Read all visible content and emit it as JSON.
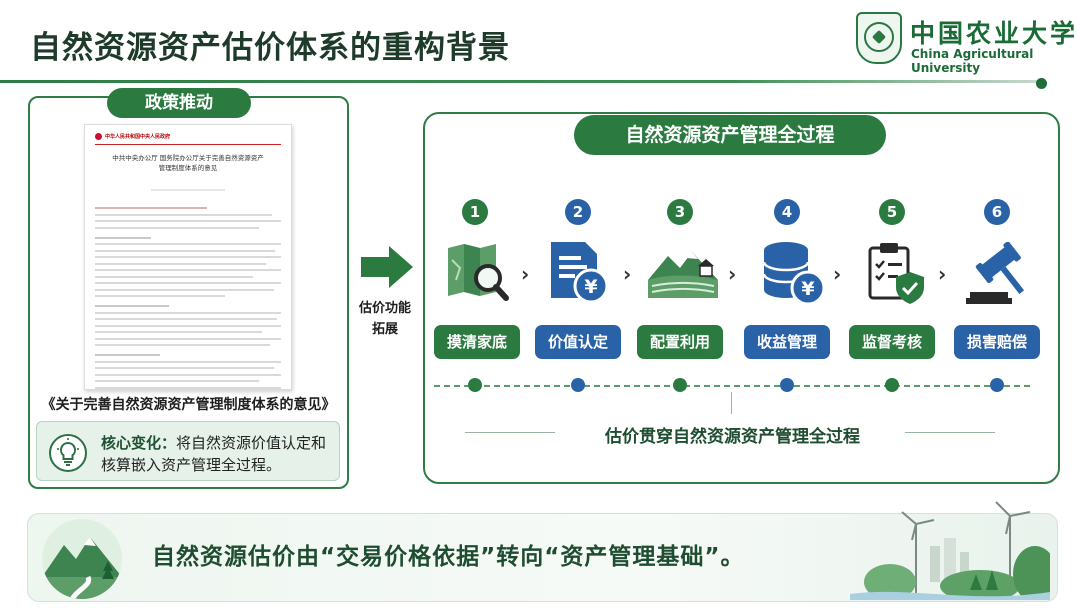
{
  "header": {
    "title": "自然资源资产估价体系的重构背景",
    "university_cn": "中国农业大学",
    "university_en": "China Agricultural University"
  },
  "left": {
    "pill": "政策推动",
    "document": {
      "header_text": "中华人民共和国中央人民政府",
      "title_line1": "中共中央办公厅 国务院办公厅关于完善自然资源资产",
      "title_line2": "管理制度体系的意见"
    },
    "caption": "《关于完善自然资源资产管理制度体系的意见》",
    "core_label": "核心变化：",
    "core_text": "将自然资源价值认定和核算嵌入资产管理全过程。"
  },
  "arrow": {
    "label_line1": "估价功能",
    "label_line2": "拓展"
  },
  "right": {
    "pill": "自然资源资产管理全过程",
    "steps": [
      {
        "num": "1",
        "label": "摸清家底",
        "icon": "map-search-icon",
        "color": "#2b7a40"
      },
      {
        "num": "2",
        "label": "价值认定",
        "icon": "document-yuan-icon",
        "color": "#2a62a8"
      },
      {
        "num": "3",
        "label": "配置利用",
        "icon": "landscape-farm-icon",
        "color": "#2b7a40"
      },
      {
        "num": "4",
        "label": "收益管理",
        "icon": "coins-yuan-icon",
        "color": "#2a62a8"
      },
      {
        "num": "5",
        "label": "监督考核",
        "icon": "clipboard-shield-icon",
        "color": "#2b7a40"
      },
      {
        "num": "6",
        "label": "损害赔偿",
        "icon": "gavel-icon",
        "color": "#2a62a8"
      }
    ],
    "bottom_caption": "估价贯穿自然资源资产管理全过程"
  },
  "banner": {
    "text": "自然资源估价由“交易价格依据”转向“资产管理基础”。"
  },
  "colors": {
    "green": "#2b7a40",
    "blue": "#2a62a8",
    "dark_green_text": "#1f4d31"
  }
}
